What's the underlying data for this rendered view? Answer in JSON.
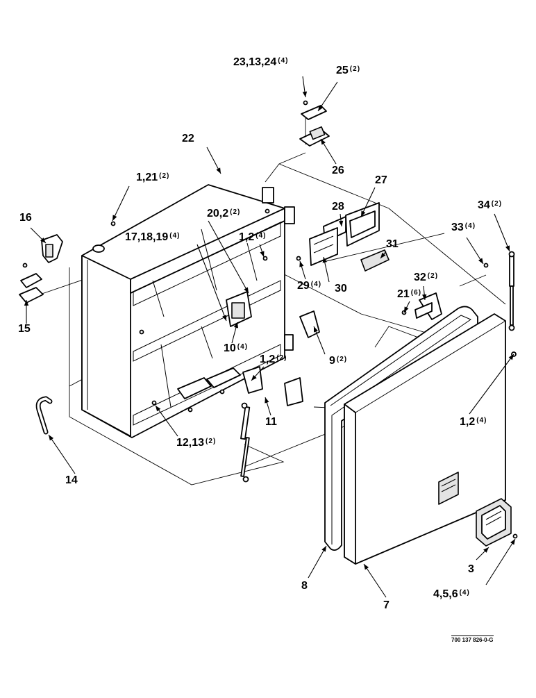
{
  "drawing_number": "700 137 826-0-G",
  "callouts": [
    {
      "id": "c23",
      "num": "23,13,24",
      "qty": "(4)"
    },
    {
      "id": "c25",
      "num": "25",
      "qty": "(2)"
    },
    {
      "id": "c22",
      "num": "22",
      "qty": ""
    },
    {
      "id": "c26",
      "num": "26",
      "qty": ""
    },
    {
      "id": "c27",
      "num": "27",
      "qty": ""
    },
    {
      "id": "c1_21",
      "num": "1,21",
      "qty": "(2)"
    },
    {
      "id": "c34",
      "num": "34",
      "qty": "(2)"
    },
    {
      "id": "c16",
      "num": "16",
      "qty": ""
    },
    {
      "id": "c20_2",
      "num": "20,2",
      "qty": "(2)"
    },
    {
      "id": "c28",
      "num": "28",
      "qty": ""
    },
    {
      "id": "c33",
      "num": "33",
      "qty": "(4)"
    },
    {
      "id": "c17",
      "num": "17,18,19",
      "qty": "(4)"
    },
    {
      "id": "c1_2a",
      "num": "1,2",
      "qty": "(4)"
    },
    {
      "id": "c31",
      "num": "31",
      "qty": ""
    },
    {
      "id": "c32",
      "num": "32",
      "qty": "(2)"
    },
    {
      "id": "c29",
      "num": "29",
      "qty": "(4)"
    },
    {
      "id": "c30",
      "num": "30",
      "qty": ""
    },
    {
      "id": "c21",
      "num": "21",
      "qty": "(6)"
    },
    {
      "id": "c15",
      "num": "15",
      "qty": ""
    },
    {
      "id": "c10",
      "num": "10",
      "qty": "(4)"
    },
    {
      "id": "c9",
      "num": "9",
      "qty": "(2)"
    },
    {
      "id": "c1_2b",
      "num": "1,2",
      "qty": "(2)"
    },
    {
      "id": "c11",
      "num": "11",
      "qty": ""
    },
    {
      "id": "c1_2c",
      "num": "1,2",
      "qty": "(4)"
    },
    {
      "id": "c12",
      "num": "12,13",
      "qty": "(2)"
    },
    {
      "id": "c14",
      "num": "14",
      "qty": ""
    },
    {
      "id": "c3",
      "num": "3",
      "qty": ""
    },
    {
      "id": "c8",
      "num": "8",
      "qty": ""
    },
    {
      "id": "c7",
      "num": "7",
      "qty": ""
    },
    {
      "id": "c4",
      "num": "4,5,6",
      "qty": "(4)"
    }
  ]
}
